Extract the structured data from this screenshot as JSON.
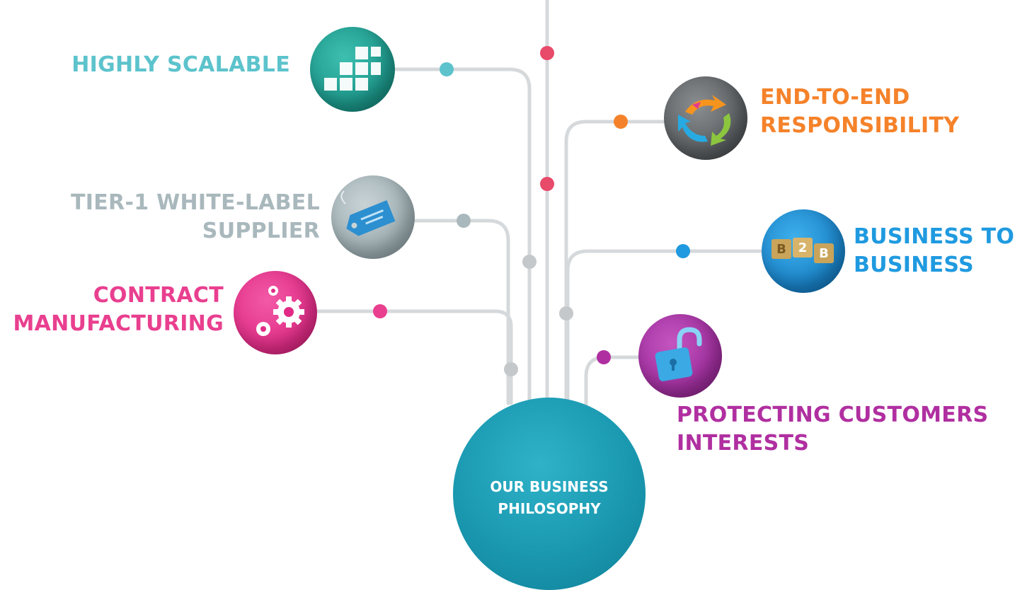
{
  "colors": {
    "teal": "#5cc3cc",
    "orange": "#f5822a",
    "gray": "#a9b8bc",
    "blue": "#1f9ae0",
    "magenta": "#e93f8f",
    "purple": "#b02fa0",
    "dot_red": "#e84a6a",
    "line": "#d3d6d8",
    "hub": "#1a98b0"
  },
  "hub": {
    "line1": "OUR BUSINESS",
    "line2": "PHILOSOPHY"
  },
  "nodes": {
    "highly_scalable": {
      "line1": "HIGHLY SCALABLE",
      "icon": "stairs-blocks-icon"
    },
    "end_to_end": {
      "line1": "END-TO-END",
      "line2": "RESPONSIBILITY",
      "icon": "cycle-arrows-icon"
    },
    "tier1": {
      "line1": "TIER-1 WHITE-LABEL",
      "line2": "SUPPLIER",
      "icon": "price-tag-icon"
    },
    "b2b": {
      "line1": "BUSINESS TO",
      "line2": "BUSINESS",
      "icon": "b2b-blocks-icon",
      "badge_letters": [
        "B",
        "2",
        "B"
      ]
    },
    "contract": {
      "line1": "CONTRACT",
      "line2": "MANUFACTURING",
      "icon": "gears-icon"
    },
    "protecting": {
      "line1": "PROTECTING CUSTOMERS",
      "line2": "INTERESTS",
      "icon": "open-padlock-icon"
    }
  }
}
